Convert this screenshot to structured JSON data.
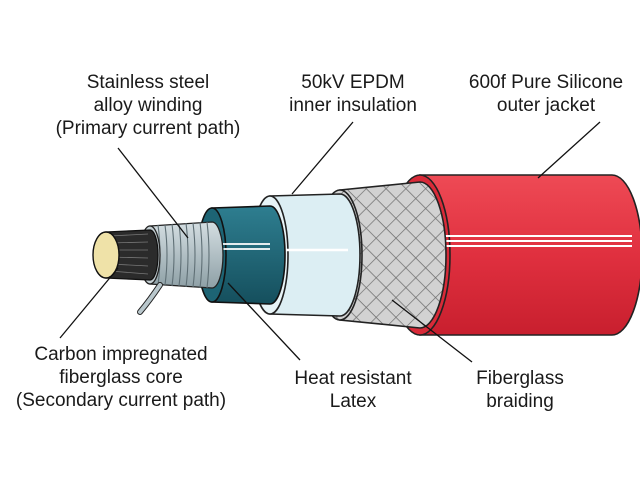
{
  "labels": {
    "steel": [
      "Stainless steel",
      "alloy winding",
      "(Primary current path)"
    ],
    "epdm": [
      "50kV EPDM",
      "inner insulation"
    ],
    "silicone": [
      "600f Pure Silicone",
      "outer jacket"
    ],
    "carbon": [
      "Carbon impregnated",
      "fiberglass core",
      "(Secondary current path)"
    ],
    "latex": [
      "Heat resistant",
      "Latex"
    ],
    "fiberglass": [
      "Fiberglass",
      "braiding"
    ]
  },
  "colors": {
    "jacket": "#e0303f",
    "braid": "#cfcfcf",
    "insulation": "#d7e9ef",
    "latex": "#1f6677",
    "winding": "#b9c7cc",
    "core": "#efe2a8"
  }
}
